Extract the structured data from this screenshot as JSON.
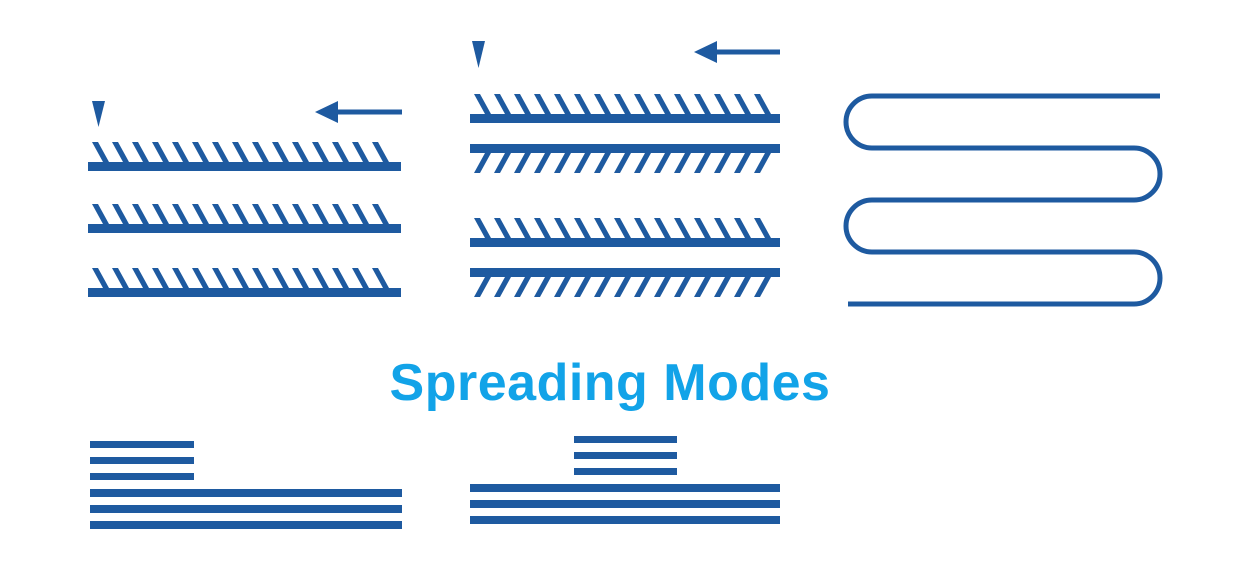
{
  "title": "Spreading Modes",
  "colors": {
    "diagram": "#1e5aa0",
    "title": "#12a3e8",
    "background": "#ffffff"
  },
  "panels": [
    {
      "name": "face-one-way",
      "plies": 3,
      "hatch": "all-left-lean",
      "arrow_direction": "left",
      "has_start_marker": true
    },
    {
      "name": "face-to-face",
      "plies": 4,
      "hatch": "alternating",
      "arrow_direction": "left",
      "has_start_marker": true
    },
    {
      "name": "zigzag",
      "passes": 5,
      "arrow_direction": "none",
      "has_start_marker": false
    },
    {
      "name": "stepped-left",
      "long_plies": 3,
      "short_plies": 3,
      "step_position": "left"
    },
    {
      "name": "stepped-center",
      "long_plies": 3,
      "short_plies": 3,
      "step_position": "center"
    }
  ]
}
